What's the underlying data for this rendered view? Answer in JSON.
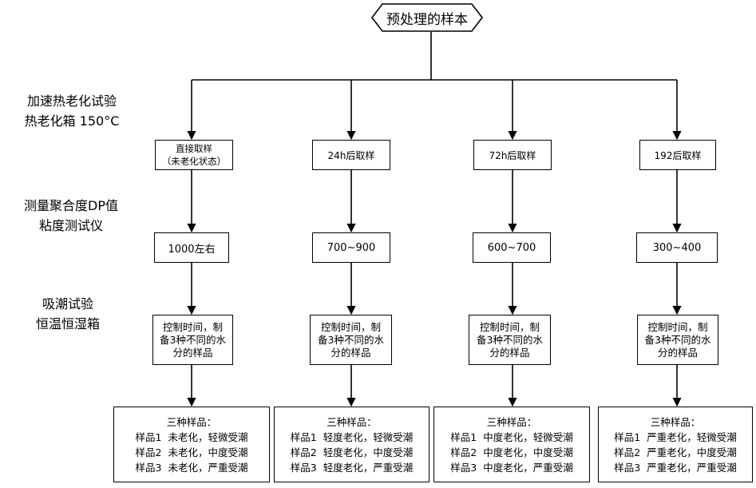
{
  "root": {
    "label": "预处理的样本"
  },
  "stages": {
    "aging": {
      "line1": "加速热老化试验",
      "line2": "热老化箱 150°C"
    },
    "dp": {
      "line1": "测量聚合度DP值",
      "line2": "粘度测试仪"
    },
    "moisture": {
      "line1": "吸潮试验",
      "line2": "恒温恒湿箱"
    }
  },
  "columns": [
    {
      "sample_line1": "直接取样",
      "sample_line2": "（未老化状态）",
      "dp": "1000左右",
      "control": {
        "l1": "控制时间，制",
        "l2": "备3种不同的水",
        "l3": "分的样品"
      },
      "result": {
        "title": "三种样品：",
        "rows": [
          {
            "name": "样品1",
            "desc": "未老化，轻微受潮"
          },
          {
            "name": "样品2",
            "desc": "未老化，中度受潮"
          },
          {
            "name": "样品3",
            "desc": "未老化，严重受潮"
          }
        ]
      }
    },
    {
      "sample_line1": "24h后取样",
      "sample_line2": "",
      "dp": "700~900",
      "control": {
        "l1": "控制时间，制",
        "l2": "备3种不同的水",
        "l3": "分的样品"
      },
      "result": {
        "title": "三种样品：",
        "rows": [
          {
            "name": "样品1",
            "desc": "轻度老化，轻微受潮"
          },
          {
            "name": "样品2",
            "desc": "轻度老化，中度受潮"
          },
          {
            "name": "样品3",
            "desc": "轻度老化，严重受潮"
          }
        ]
      }
    },
    {
      "sample_line1": "72h后取样",
      "sample_line2": "",
      "dp": "600~700",
      "control": {
        "l1": "控制时间，制",
        "l2": "备3种不同的水",
        "l3": "分的样品"
      },
      "result": {
        "title": "三种样品：",
        "rows": [
          {
            "name": "样品1",
            "desc": "中度老化，轻微受潮"
          },
          {
            "name": "样品2",
            "desc": "中度老化，中度受潮"
          },
          {
            "name": "样品3",
            "desc": "中度老化，严重受潮"
          }
        ]
      }
    },
    {
      "sample_line1": "192后取样",
      "sample_line2": "",
      "dp": "300~400",
      "control": {
        "l1": "控制时间，制",
        "l2": "备3种不同的水",
        "l3": "分的样品"
      },
      "result": {
        "title": "三种样品：",
        "rows": [
          {
            "name": "样品1",
            "desc": "严重老化，轻微受潮"
          },
          {
            "name": "样品2",
            "desc": "严重老化，中度受潮"
          },
          {
            "name": "样品3",
            "desc": "严重老化，严重受潮"
          }
        ]
      }
    }
  ]
}
